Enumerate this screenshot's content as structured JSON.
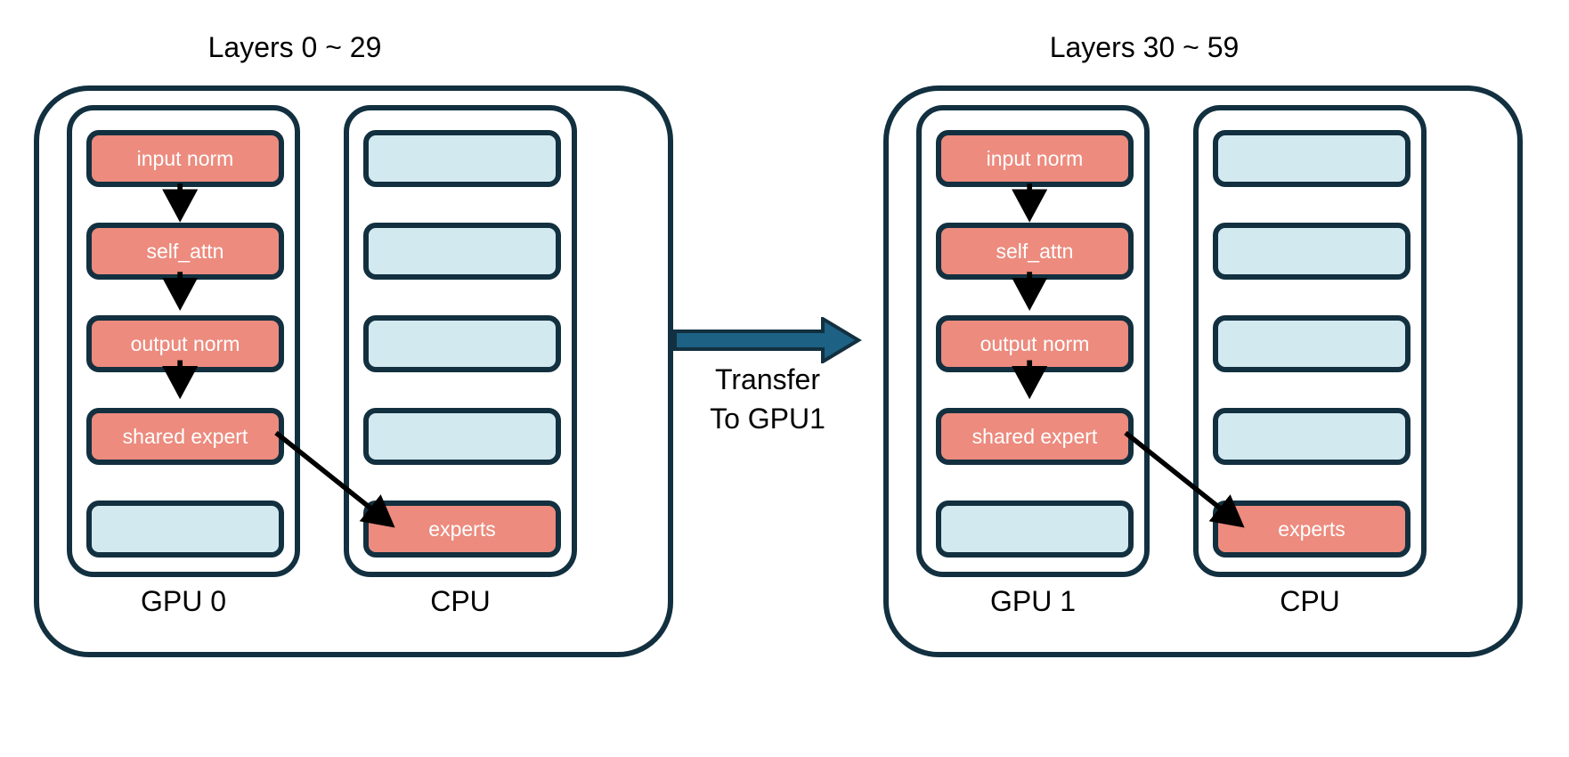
{
  "colors": {
    "outline": "#12303f",
    "pink": "#ec8b7e",
    "blue": "#d2e9ef",
    "transfer_arrow": "#1d6185",
    "arrow_stroke": "#000000",
    "background": "#ffffff",
    "box_label": "#ffffff"
  },
  "transfer": {
    "line1": "Transfer",
    "line2": "To GPU1",
    "icon": "right-arrow-icon"
  },
  "groups": [
    {
      "id": "group-left",
      "title": "Layers 0 ~ 29",
      "gpu": {
        "label": "GPU 0",
        "units": [
          {
            "label": "input norm",
            "color": "pink"
          },
          {
            "label": "self_attn",
            "color": "pink"
          },
          {
            "label": "output norm",
            "color": "pink"
          },
          {
            "label": "shared expert",
            "color": "pink"
          },
          {
            "label": "",
            "color": "blue"
          }
        ]
      },
      "cpu": {
        "label": "CPU",
        "units": [
          {
            "label": "",
            "color": "blue"
          },
          {
            "label": "",
            "color": "blue"
          },
          {
            "label": "",
            "color": "blue"
          },
          {
            "label": "",
            "color": "blue"
          },
          {
            "label": "experts",
            "color": "pink"
          }
        ]
      }
    },
    {
      "id": "group-right",
      "title": "Layers 30 ~ 59",
      "gpu": {
        "label": "GPU 1",
        "units": [
          {
            "label": "input norm",
            "color": "pink"
          },
          {
            "label": "self_attn",
            "color": "pink"
          },
          {
            "label": "output norm",
            "color": "pink"
          },
          {
            "label": "shared expert",
            "color": "pink"
          },
          {
            "label": "",
            "color": "blue"
          }
        ]
      },
      "cpu": {
        "label": "CPU",
        "units": [
          {
            "label": "",
            "color": "blue"
          },
          {
            "label": "",
            "color": "blue"
          },
          {
            "label": "",
            "color": "blue"
          },
          {
            "label": "",
            "color": "blue"
          },
          {
            "label": "experts",
            "color": "pink"
          }
        ]
      }
    }
  ]
}
